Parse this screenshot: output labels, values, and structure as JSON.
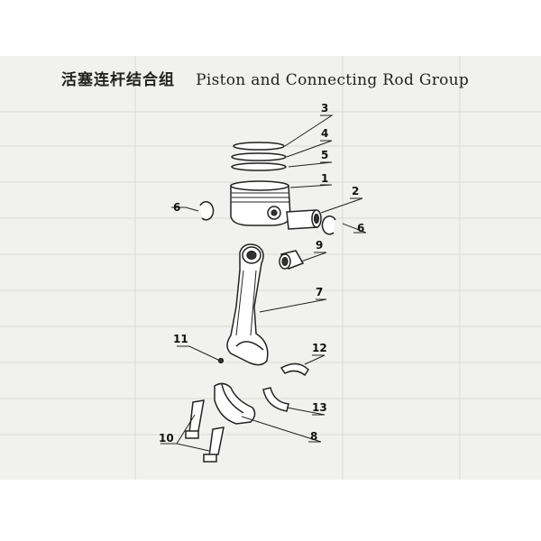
{
  "title": {
    "cn": "活塞连杆结合组",
    "en": "Piston and Connecting Rod Group"
  },
  "callouts": {
    "c1": "1",
    "c2": "2",
    "c3": "3",
    "c4a": "4",
    "c5": "5",
    "c6a": "6",
    "c6b": "6",
    "c7": "7",
    "c8": "8",
    "c9": "9",
    "c10": "10",
    "c11": "11",
    "c12": "12",
    "c13": "13"
  },
  "colors": {
    "paper": "#f1f1ef",
    "ink": "#222222"
  }
}
